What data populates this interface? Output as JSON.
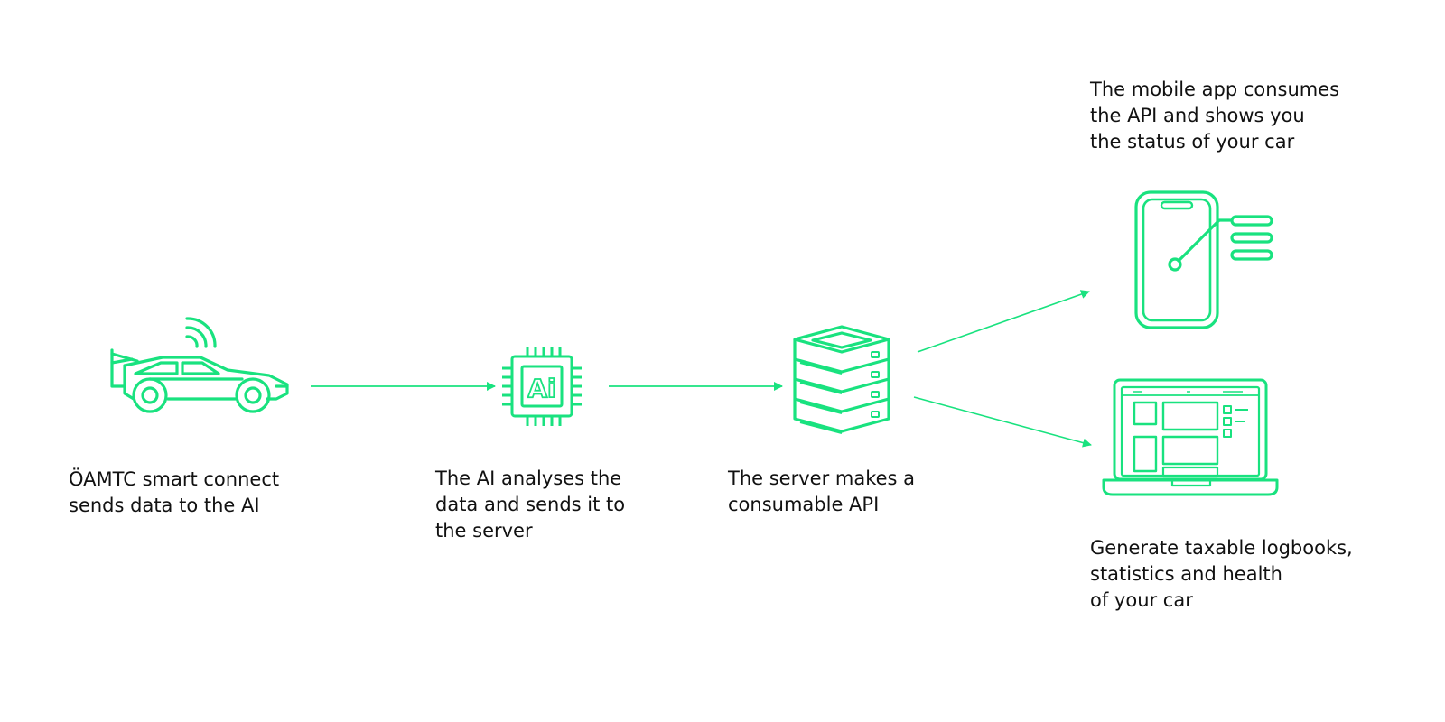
{
  "colors": {
    "accent": "#19e27f",
    "text": "#111111",
    "background": "#ffffff"
  },
  "steps": [
    {
      "id": "car",
      "icon": "connected-car-icon",
      "caption_lines": [
        "ÖAMTC smart connect",
        "sends data to the AI"
      ]
    },
    {
      "id": "ai",
      "icon": "ai-chip-icon",
      "chip_label": "Ai",
      "caption_lines": [
        "The AI analyses the",
        "data and sends it to",
        "the server"
      ]
    },
    {
      "id": "server",
      "icon": "server-stack-icon",
      "caption_lines": [
        "The server makes a",
        "consumable API"
      ]
    }
  ],
  "outputs": [
    {
      "id": "mobile",
      "icon": "mobile-app-icon",
      "caption_lines": [
        "The mobile app consumes",
        "the API and shows you",
        "the status of your car"
      ]
    },
    {
      "id": "laptop",
      "icon": "laptop-dashboard-icon",
      "caption_lines": [
        "Generate taxable logbooks,",
        "statistics and health",
        "of your car"
      ]
    }
  ]
}
